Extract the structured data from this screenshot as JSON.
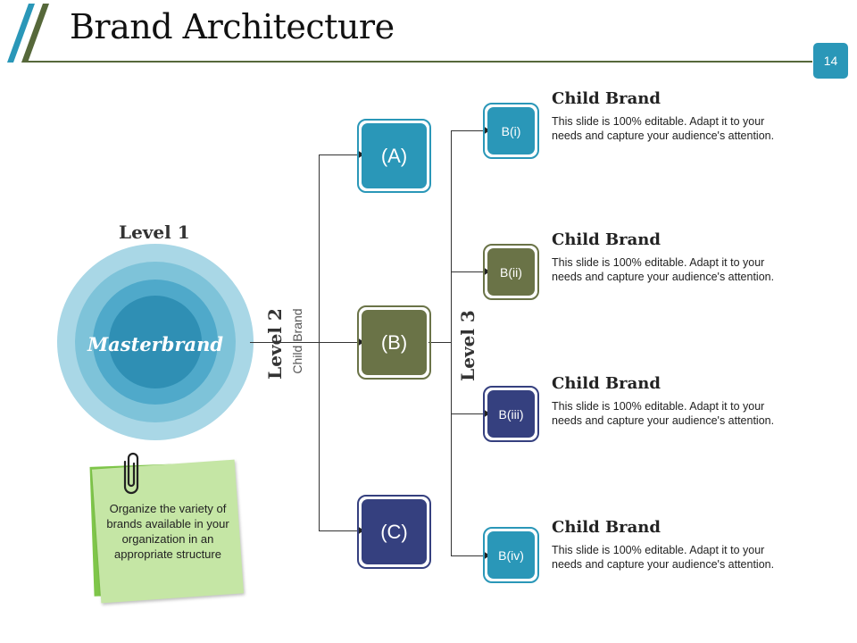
{
  "header": {
    "title": "Brand Architecture",
    "page_number": "14"
  },
  "colors": {
    "teal": "#2a97b8",
    "olive": "#6a7347",
    "navy": "#35407f",
    "ring_outer": "#a9d7e6",
    "ring_mid": "#7ec3d9",
    "ring_inner": "#4fa9ca",
    "ring_core": "#2f8fb4",
    "note_green": "#c5e6a5"
  },
  "level1": {
    "label": "Level 1",
    "center_text": "Masterbrand"
  },
  "level2": {
    "label": "Level 2",
    "sublabel": "Child Brand",
    "boxes": [
      {
        "label": "(A)",
        "color": "teal"
      },
      {
        "label": "(B)",
        "color": "olive"
      },
      {
        "label": "(C)",
        "color": "navy"
      }
    ]
  },
  "level3": {
    "label": "Level 3",
    "items": [
      {
        "label": "B(i)",
        "color": "teal",
        "title": "Child Brand",
        "description": "This slide is 100% editable. Adapt it to your needs and capture your audience's attention."
      },
      {
        "label": "B(ii)",
        "color": "olive",
        "title": "Child Brand",
        "description": "This slide is 100% editable. Adapt it to your needs and capture your audience's attention."
      },
      {
        "label": "B(iii)",
        "color": "navy",
        "title": "Child Brand",
        "description": "This slide is 100% editable. Adapt it to your needs and capture your audience's attention."
      },
      {
        "label": "B(iv)",
        "color": "teal",
        "title": "Child Brand",
        "description": "This slide is 100% editable. Adapt it to your needs and capture your audience's attention."
      }
    ]
  },
  "note": {
    "text": "Organize the variety of brands available in your organization in an appropriate structure",
    "icon": "paperclip-icon"
  }
}
